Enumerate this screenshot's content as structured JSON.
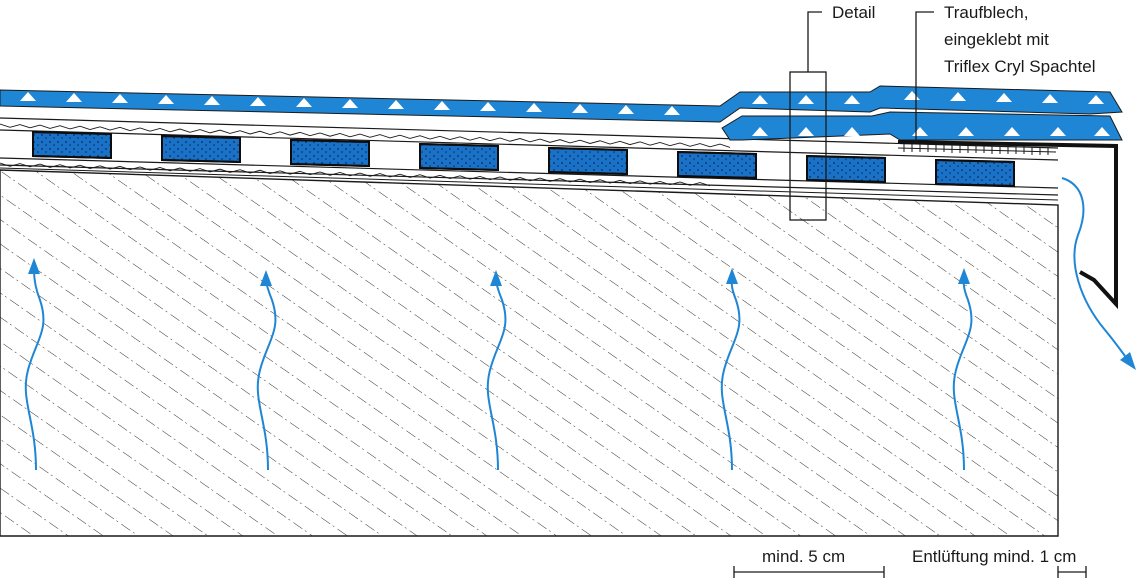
{
  "labels": {
    "detail": "Detail",
    "traufblech_line1": "Traufblech,",
    "traufblech_line2": "eingeklebt mit",
    "traufblech_line3": "Triflex Cryl Spachtel",
    "dim_mind5": "mind. 5 cm",
    "dim_entlueftung": "Entlüftung mind. 1 cm"
  },
  "colors": {
    "membrane_blue": "#1f86d6",
    "insulation_blue": "#1a72c8",
    "arrow_blue": "#1f86d6",
    "line": "#1a1a1a"
  },
  "counts": {
    "vapor_arrows": 5,
    "insulation_blocks": 8
  },
  "icons": {
    "vapor_arrow": "wavy-arrow-up-icon",
    "drip_arrow": "curved-arrow-down-icon"
  }
}
